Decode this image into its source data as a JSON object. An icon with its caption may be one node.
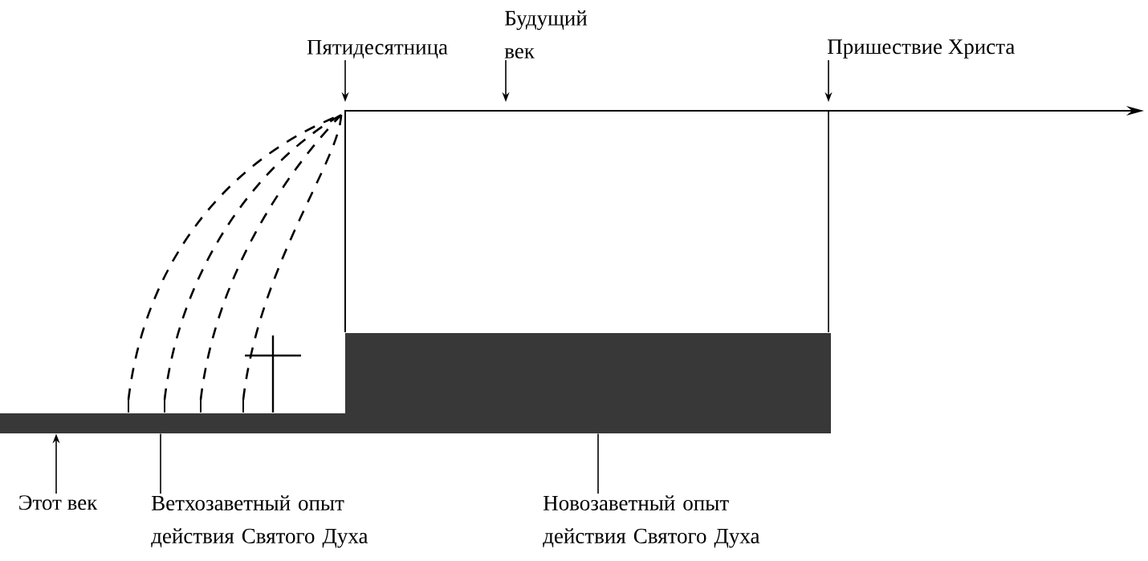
{
  "diagram": {
    "nodes": [
      {
        "text": [
          "Пятидесятница"
        ]
      },
      {
        "text": [
          "Будущий век"
        ]
      },
      {
        "text": [
          "Пришествие Христа"
        ]
      },
      {
        "text": [
          "Этот век"
        ]
      },
      {
        "text": [
          "Ветхозаветный опыт действия Святого Духа"
        ]
      },
      {
        "text": [
          "Новозаветный опыт действия Святого Духа"
        ]
      },
      {
        "text": [],
        "shape": "bar"
      }
    ],
    "edges": [
      {
        "from": 0,
        "to": null,
        "arrow": "to"
      },
      {
        "from": 1,
        "to": null,
        "arrow": "to"
      },
      {
        "from": 2,
        "to": null,
        "arrow": "to"
      },
      {
        "from": 3,
        "to": 6,
        "arrow": "to"
      },
      {
        "from": 4,
        "to": 6,
        "arrow": "none"
      },
      {
        "from": 5,
        "to": 6,
        "arrow": "none"
      }
    ]
  }
}
